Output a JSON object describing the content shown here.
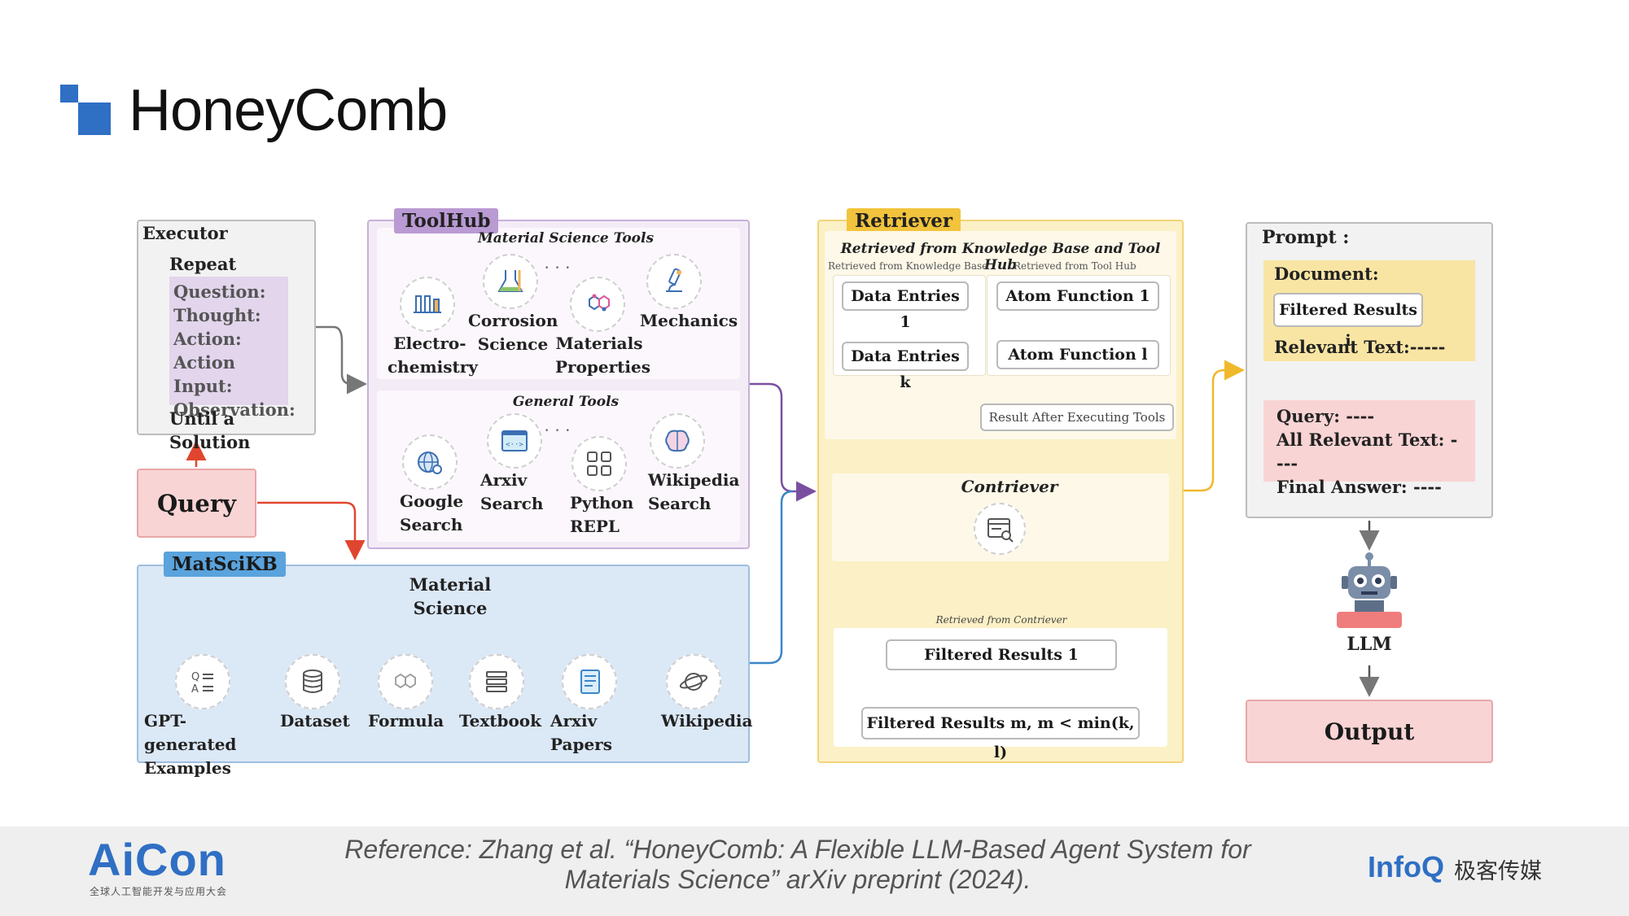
{
  "title": "HoneyComb",
  "executor": {
    "title": "Executor",
    "repeat": "Repeat",
    "steps": [
      "Question:",
      "Thought:",
      "Action:",
      "Action Input:",
      "Observation:"
    ],
    "until": "Until a Solution"
  },
  "query": "Query",
  "toolhub": {
    "tag": "ToolHub",
    "material_section": "Material Science Tools",
    "material_tools": [
      {
        "label": "Electro-\nchemistry",
        "icon": "flask-rack-icon"
      },
      {
        "label": "Corrosion\nScience",
        "icon": "beaker-icon"
      },
      {
        "label": "Materials\nProperties",
        "icon": "molecule-icon"
      },
      {
        "label": "Mechanics",
        "icon": "microscope-icon"
      }
    ],
    "general_section": "General Tools",
    "general_tools": [
      {
        "label": "Google\nSearch",
        "icon": "globe-icon"
      },
      {
        "label": "Arxiv\nSearch",
        "icon": "code-window-icon"
      },
      {
        "label": "Python\nREPL",
        "icon": "grid-icon"
      },
      {
        "label": "Wikipedia\nSearch",
        "icon": "brain-icon"
      }
    ],
    "ellipsis": "· · ·"
  },
  "matscikb": {
    "tag": "MatSciKB",
    "root": "Material Science",
    "items": [
      {
        "label": "GPT-generated\nExamples",
        "icon": "qa-icon"
      },
      {
        "label": "Dataset",
        "icon": "database-icon"
      },
      {
        "label": "Formula",
        "icon": "hexagon-formula-icon"
      },
      {
        "label": "Textbook",
        "icon": "books-icon"
      },
      {
        "label": "Arxiv Papers",
        "icon": "document-icon"
      },
      {
        "label": "Wikipedia",
        "icon": "planet-icon"
      }
    ]
  },
  "retriever": {
    "tag": "Retriever",
    "header": "Retrieved from Knowledge Base and Tool Hub",
    "kb_sub": "Retrieved from Knowledge Base",
    "tool_sub": "Retrieved from Tool Hub",
    "data_first": "Data Entries 1",
    "data_last": "Data Entries k",
    "atom_first": "Atom Function 1",
    "atom_last": "Atom Function l",
    "result_after": "Result After Executing Tools",
    "contriever": "Contriever",
    "contriever_sub": "Retrieved from Contriever",
    "filtered_first": "Filtered Results 1",
    "filtered_last": "Filtered Results m, m < min(k, l)"
  },
  "prompt": {
    "title": "Prompt :",
    "document": "Document:",
    "filtered": "Filtered Results i",
    "relevant": "Relevant Text:-----",
    "query": "Query: ----",
    "all_relevant": "All Relevant Text: ----",
    "final_answer": "Final Answer: ----"
  },
  "llm": "LLM",
  "output": "Output",
  "footer": {
    "logo": "AiCon",
    "logo_sub": "全球人工智能开发与应用大会",
    "reference_line1": "Reference: Zhang et al. “HoneyComb: A Flexible LLM-Based Agent System for",
    "reference_line2": "Materials Science” arXiv preprint (2024).",
    "infoq": "InfoQ",
    "infoq_cn": "极客传媒"
  },
  "colors": {
    "brand_blue": "#2f6fc4",
    "toolhub_bg": "#f3ecf6",
    "toolhub_tag": "#b99ad3",
    "kb_bg": "#dbe8f6",
    "kb_tag": "#5aa3dd",
    "retriever_bg": "#fcf0c6",
    "retriever_tag": "#f2c33c",
    "query_bg": "#f9d4d4",
    "red_arrow": "#e0462f",
    "yellow_arrow": "#f0b92b",
    "purple_arrow": "#7a4fa0"
  }
}
